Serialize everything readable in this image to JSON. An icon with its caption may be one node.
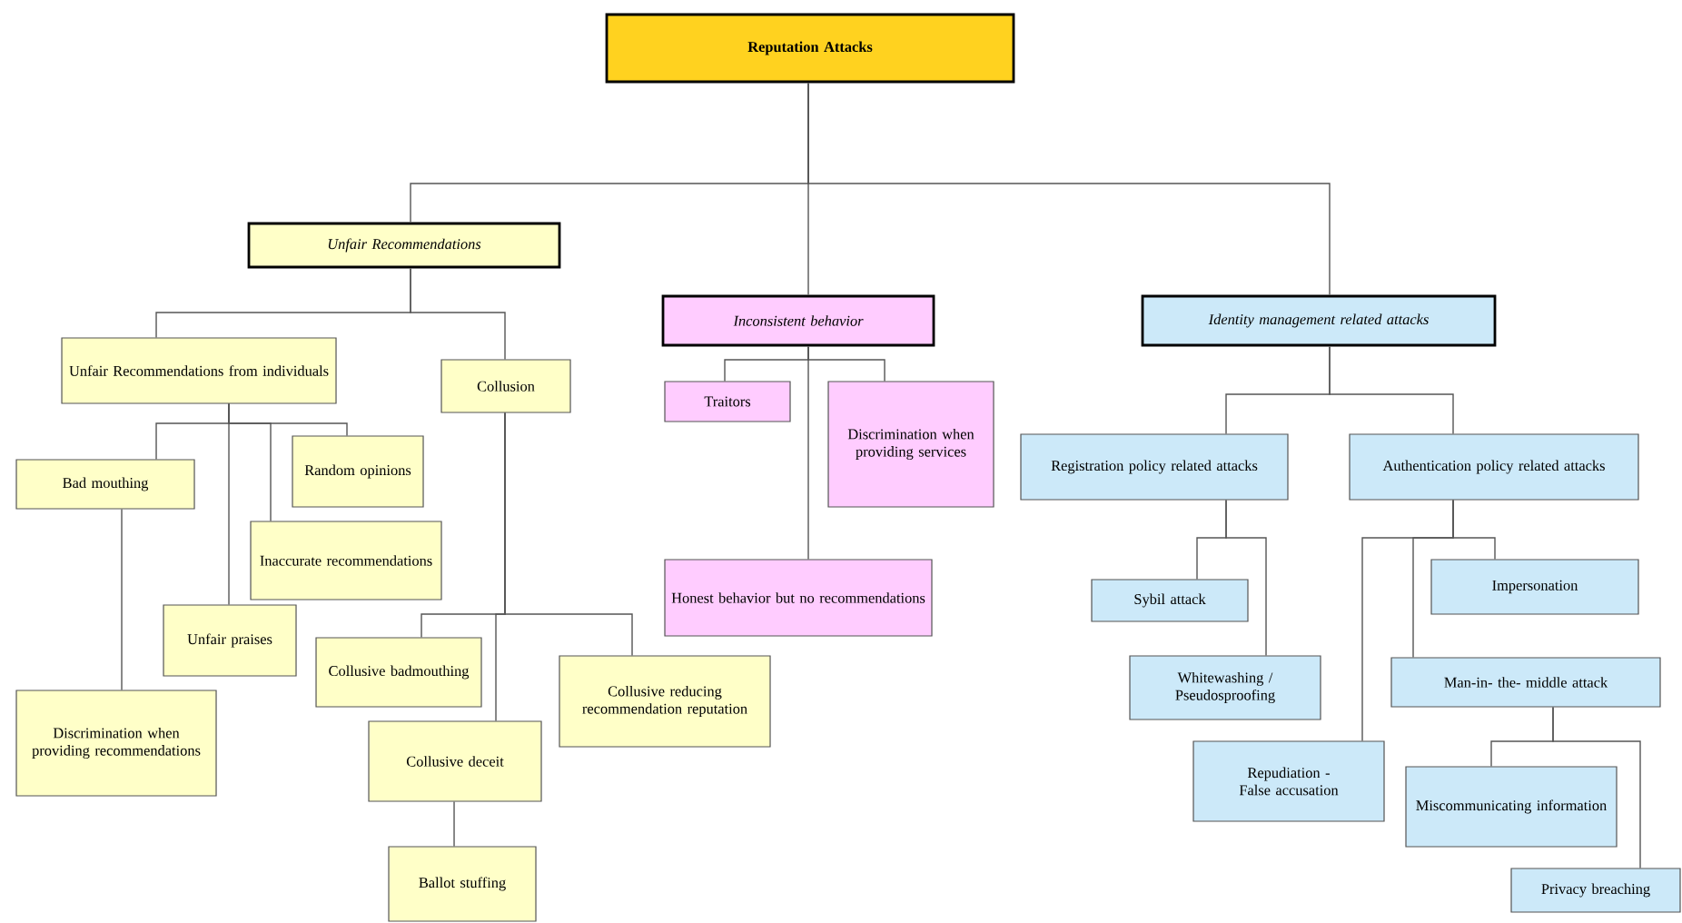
{
  "diagram": {
    "nodes": [
      {
        "text": [
          "Reputation Attacks"
        ]
      },
      {
        "text": [
          "Unfair Recommendations"
        ]
      },
      {
        "text": [
          "Inconsistent behavior"
        ]
      },
      {
        "text": [
          "Identity management related attacks"
        ]
      },
      {
        "text": [
          "Unfair Recommendations from individuals"
        ]
      },
      {
        "text": [
          "Collusion"
        ]
      },
      {
        "text": [
          "Bad mouthing"
        ]
      },
      {
        "text": [
          "Random opinions"
        ]
      },
      {
        "text": [
          "Inaccurate recommendations"
        ]
      },
      {
        "text": [
          "Unfair praises"
        ]
      },
      {
        "text": [
          "Discrimination when providing recommendations"
        ]
      },
      {
        "text": [
          "Collusive badmouthing"
        ]
      },
      {
        "text": [
          "Collusive reducing recommendation reputation"
        ]
      },
      {
        "text": [
          "Collusive deceit"
        ]
      },
      {
        "text": [
          "Ballot stuffing"
        ]
      },
      {
        "text": [
          "Traitors"
        ]
      },
      {
        "text": [
          "Discrimination when providing services"
        ]
      },
      {
        "text": [
          "Honest behavior but no recommendations"
        ]
      },
      {
        "text": [
          "Registration policy related attacks"
        ]
      },
      {
        "text": [
          "Authentication policy related attacks"
        ]
      },
      {
        "text": [
          "Sybil attack"
        ]
      },
      {
        "text": [
          "Impersonation"
        ]
      },
      {
        "text": [
          "Whitewashing / Pseudosproofing"
        ]
      },
      {
        "text": [
          "Man-in- the- middle attack"
        ]
      },
      {
        "text": [
          "Repudiation - False accusation"
        ]
      },
      {
        "text": [
          "Miscommunicating information"
        ]
      },
      {
        "text": [
          "Privacy breaching"
        ]
      }
    ],
    "edges": [
      {
        "from": 0,
        "to": 1,
        "arrow": "none"
      },
      {
        "from": 0,
        "to": 2,
        "arrow": "none"
      },
      {
        "from": 0,
        "to": 3,
        "arrow": "none"
      },
      {
        "from": 1,
        "to": 4,
        "arrow": "none"
      },
      {
        "from": 1,
        "to": 5,
        "arrow": "none"
      },
      {
        "from": 4,
        "to": 6,
        "arrow": "none"
      },
      {
        "from": 4,
        "to": 7,
        "arrow": "none"
      },
      {
        "from": 4,
        "to": 8,
        "arrow": "none"
      },
      {
        "from": 4,
        "to": 9,
        "arrow": "none"
      },
      {
        "from": 6,
        "to": 10,
        "arrow": "none"
      },
      {
        "from": 5,
        "to": 11,
        "arrow": "none"
      },
      {
        "from": 5,
        "to": 12,
        "arrow": "none"
      },
      {
        "from": 5,
        "to": 13,
        "arrow": "none"
      },
      {
        "from": 13,
        "to": 14,
        "arrow": "none"
      },
      {
        "from": 2,
        "to": 15,
        "arrow": "none"
      },
      {
        "from": 2,
        "to": 16,
        "arrow": "none"
      },
      {
        "from": 2,
        "to": 17,
        "arrow": "none"
      },
      {
        "from": 3,
        "to": 18,
        "arrow": "none"
      },
      {
        "from": 3,
        "to": 19,
        "arrow": "none"
      },
      {
        "from": 18,
        "to": 20,
        "arrow": "none"
      },
      {
        "from": 18,
        "to": 22,
        "arrow": "none"
      },
      {
        "from": 19,
        "to": 21,
        "arrow": "none"
      },
      {
        "from": 19,
        "to": 23,
        "arrow": "none"
      },
      {
        "from": 19,
        "to": 24,
        "arrow": "none"
      },
      {
        "from": 23,
        "to": 25,
        "arrow": "none"
      },
      {
        "from": 23,
        "to": 26,
        "arrow": "none"
      }
    ]
  }
}
